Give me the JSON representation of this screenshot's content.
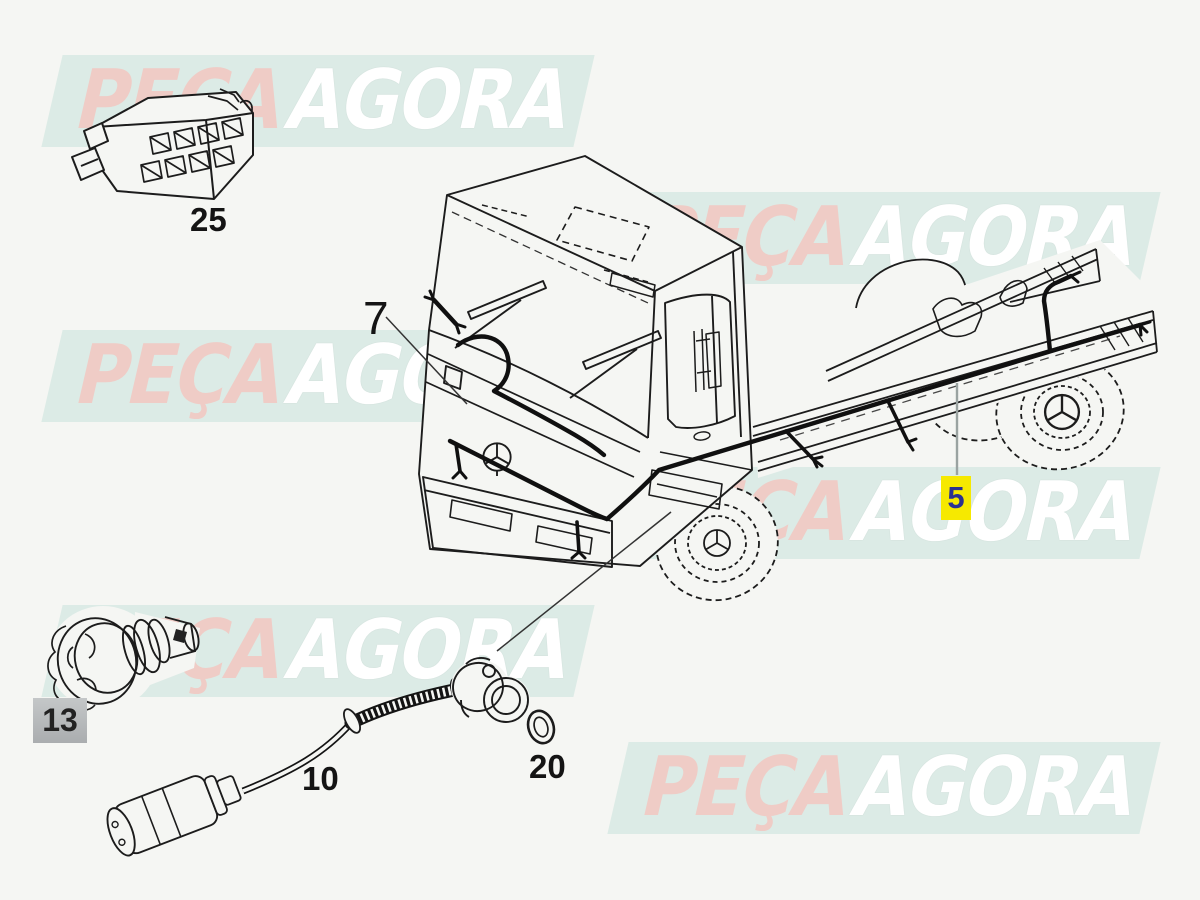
{
  "watermark": {
    "word1": "PEÇA",
    "word2": "AGORA",
    "band_color": "#dcebe6",
    "word1_color": "#efccc6",
    "word2_color": "#ffffff"
  },
  "diagram": {
    "background": "#f5f6f3",
    "line_color": "#1c1c1c",
    "icons": {
      "wheel_hub": "mercedes-star",
      "grille_badge": "mercedes-star"
    },
    "parts": [
      {
        "number": "25",
        "highlight": "none"
      },
      {
        "number": "7",
        "highlight": "none"
      },
      {
        "number": "5",
        "highlight": "yellow",
        "highlight_color": "#f6e900",
        "number_color": "#2b3190"
      },
      {
        "number": "13",
        "highlight": "gray",
        "highlight_color": "#b2b5b6",
        "number_color": "#222222"
      },
      {
        "number": "10",
        "highlight": "none"
      },
      {
        "number": "20",
        "highlight": "none"
      }
    ]
  }
}
